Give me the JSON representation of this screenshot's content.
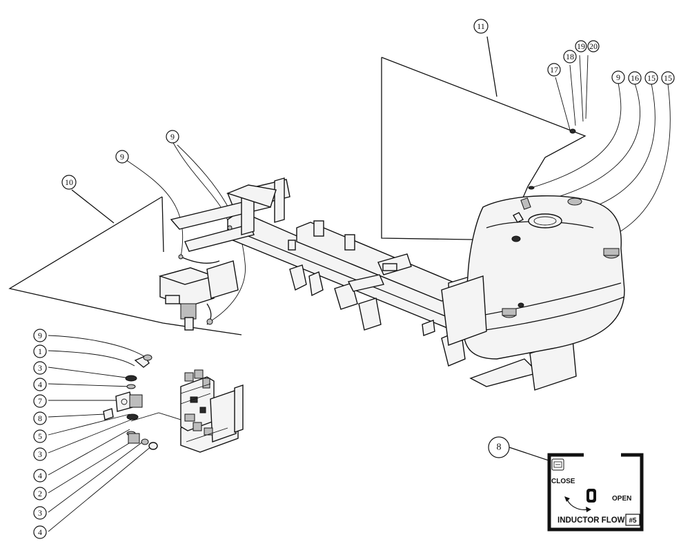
{
  "callouts": {
    "c11": "11",
    "c17": "17",
    "c18": "18",
    "c19": "19",
    "c20": "20",
    "c9a": "9",
    "c16": "16",
    "c15a": "15",
    "c15b": "15",
    "c9b": "9",
    "c9c": "9",
    "c10": "10",
    "k9": "9",
    "k1": "1",
    "k3a": "3",
    "k4a": "4",
    "k7": "7",
    "k8": "8",
    "k5": "5",
    "k3b": "3",
    "k4b": "4",
    "k2": "2",
    "k3c": "3",
    "k4c": "4",
    "c8": "8"
  },
  "decal": {
    "close_label": "CLOSE",
    "open_label": "OPEN",
    "title": "INDUCTOR FLOW",
    "badge": "#5"
  },
  "icons": {
    "valve": "valve-handle-icon",
    "tank": "tank-icon",
    "arrow": "curved-arrow-icon"
  }
}
